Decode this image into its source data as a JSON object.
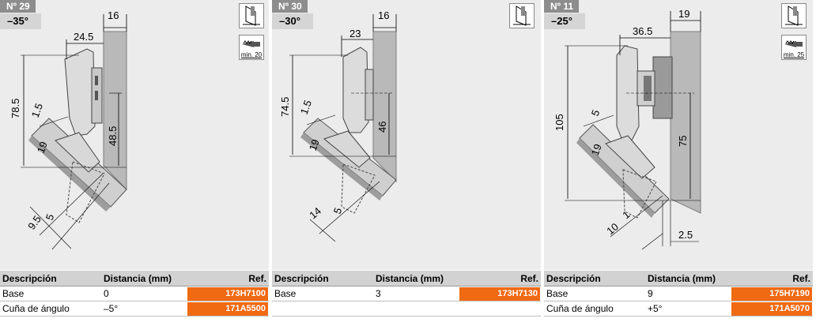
{
  "panels": [
    {
      "number": "Nº 29",
      "angle": "–35°",
      "dims": {
        "top_width": "16",
        "offset": "24.5",
        "height_left": "78.5",
        "height_right": "48.5",
        "thickness": "1.5",
        "slant": "19",
        "bottom_a": "5",
        "bottom_b": "9.5"
      },
      "screw_caption": "min. 20",
      "table": {
        "headers": [
          "Descripción",
          "Distancia (mm)",
          "Ref."
        ],
        "rows": [
          {
            "desc": "Base",
            "dist": "0",
            "ref": "173H7100"
          },
          {
            "desc": "Cuña de ángulo",
            "dist": "–5°",
            "ref": "171A5500"
          }
        ]
      }
    },
    {
      "number": "Nº 30",
      "angle": "–30°",
      "dims": {
        "top_width": "16",
        "offset": "23",
        "height_left": "74.5",
        "height_right": "46",
        "thickness": "1.5",
        "slant": "19",
        "bottom_a": "5",
        "bottom_b": "14"
      },
      "table": {
        "headers": [
          "Descripción",
          "Distancia (mm)",
          "Ref."
        ],
        "rows": [
          {
            "desc": "Base",
            "dist": "3",
            "ref": "173H7130"
          }
        ]
      }
    },
    {
      "number": "Nº 11",
      "angle": "–25°",
      "dims": {
        "top_width": "19",
        "offset": "36.5",
        "height_left": "105",
        "height_right": "75",
        "thickness": "5",
        "slant": "19",
        "small_a": "1",
        "bottom_b": "10",
        "gap": "2.5"
      },
      "screw_caption": "min. 25",
      "table": {
        "headers": [
          "Descripción",
          "Distancia (mm)",
          "Ref."
        ],
        "rows": [
          {
            "desc": "Base",
            "dist": "9",
            "ref": "175H7190"
          },
          {
            "desc": "Cuña de ángulo",
            "dist": "+5°",
            "ref": "171A5070"
          }
        ]
      }
    }
  ]
}
